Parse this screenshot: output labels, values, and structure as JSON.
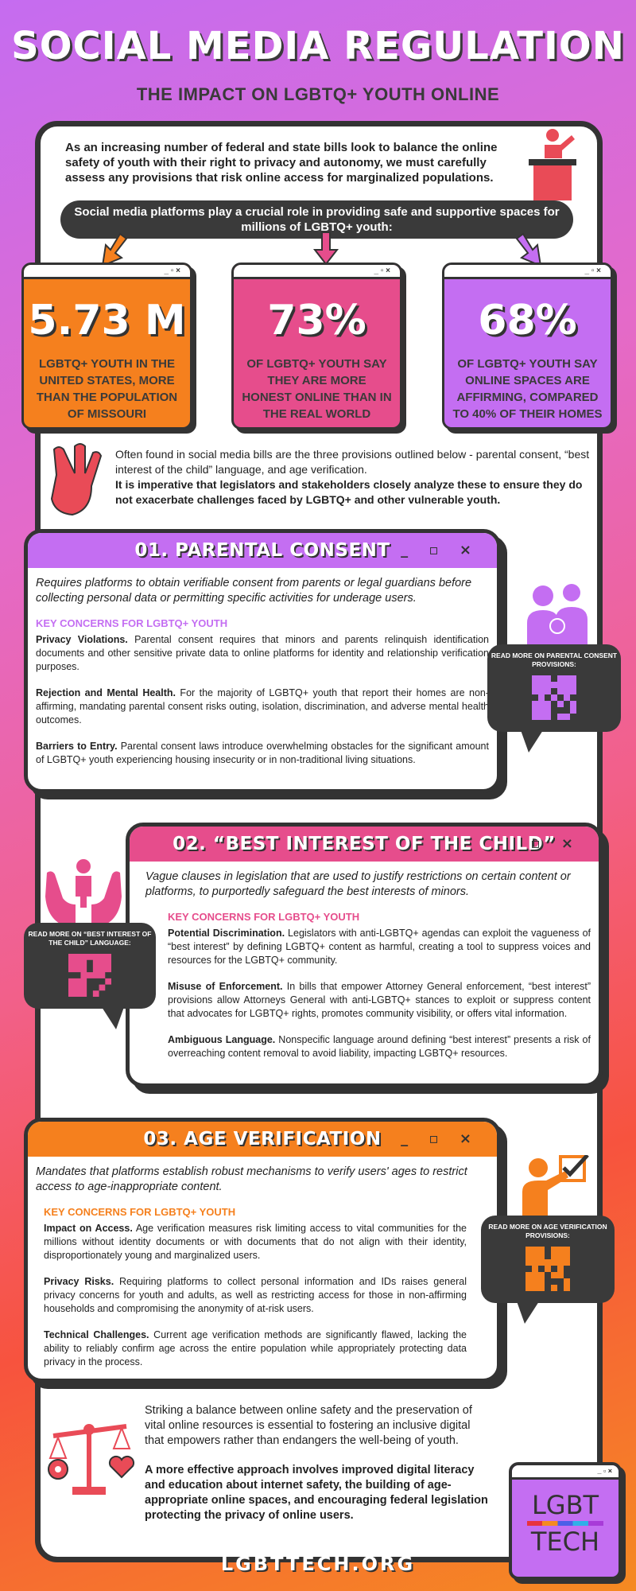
{
  "header": {
    "title": "SOCIAL MEDIA REGULATION",
    "subtitle": "THE IMPACT ON LGBTQ+ YOUTH ONLINE"
  },
  "intro": "As an increasing number of federal and state bills look to balance the online safety of youth with their right to privacy and autonomy, we must carefully assess any provisions that risk online access for marginalized populations.",
  "banner": "Social media platforms play a crucial role in providing safe and supportive spaces for millions of LGBTQ+ youth:",
  "window_controls": "_ ▫ ×",
  "stats": [
    {
      "value": "5.73 M",
      "text": "LGBTQ+ youth in the United States, more than the population of Missouri",
      "color": "#f5801e"
    },
    {
      "value": "73%",
      "text": "of LGBTQ+ youth say they are more honest online than in the real world",
      "color": "#e64d8c"
    },
    {
      "value": "68%",
      "text": "of LGBTQ+ youth say online spaces are affirming, compared to 40% of their homes",
      "color": "#c46ef2"
    }
  ],
  "provisions_intro": {
    "text": "Often found in social media bills are the three provisions outlined below - parental consent, “best interest of the child” language, and age verification.",
    "bold": "It is imperative that legislators and stakeholders closely analyze these to ensure they do not exacerbate challenges faced by LGBTQ+ and other vulnerable youth."
  },
  "sections": [
    {
      "title": "01. PARENTAL CONSENT",
      "color": "#c46ef2",
      "description": "Requires platforms to obtain verifiable consent from parents or legal guardians before collecting personal data or permitting specific activities for underage users.",
      "key_concerns_label": "KEY CONCERNS FOR LGBTQ+ YOUTH",
      "concerns": [
        {
          "title": "Privacy Violations.",
          "text": " Parental consent requires that minors and parents relinquish identification documents and other sensitive private data to online platforms for identity and relationship verification purposes."
        },
        {
          "title": "Rejection and Mental Health.",
          "text": " For the majority of LGBTQ+ youth that report their homes are non-affirming, mandating parental consent risks outing, isolation, discrimination, and adverse mental health outcomes."
        },
        {
          "title": "Barriers to Entry.",
          "text": " Parental consent laws introduce overwhelming obstacles for the significant amount of LGBTQ+ youth experiencing housing insecurity or in non-traditional living situations."
        }
      ],
      "read_more": "READ MORE ON PARENTAL CONSENT PROVISIONS:"
    },
    {
      "title": "02. “BEST INTEREST OF THE CHILD”",
      "color": "#e64d8c",
      "description": "Vague clauses in legislation that are used to justify restrictions on certain content or platforms, to purportedly safeguard the best interests of minors.",
      "key_concerns_label": "KEY CONCERNS FOR LGBTQ+ YOUTH",
      "concerns": [
        {
          "title": "Potential Discrimination.",
          "text": " Legislators with anti-LGBTQ+ agendas can exploit the vagueness of “best interest” by defining LGBTQ+ content as harmful, creating a tool to suppress voices and resources for the LGBTQ+ community."
        },
        {
          "title": "Misuse of Enforcement.",
          "text": "  In bills that empower Attorney General enforcement, “best interest” provisions allow Attorneys General with anti-LGBTQ+ stances to exploit or suppress content that advocates for LGBTQ+ rights, promotes community visibility, or offers vital information."
        },
        {
          "title": "Ambiguous Language.",
          "text": " Nonspecific language around defining “best interest” presents a risk of overreaching content removal to avoid liability, impacting LGBTQ+ resources."
        }
      ],
      "read_more": "READ MORE ON “BEST INTEREST OF THE CHILD” LANGUAGE:"
    },
    {
      "title": "03. AGE VERIFICATION",
      "color": "#f5801e",
      "description": "Mandates that platforms establish robust mechanisms to verify users' ages to restrict access to age-inappropriate content.",
      "key_concerns_label": "KEY CONCERNS FOR LGBTQ+ YOUTH",
      "concerns": [
        {
          "title": "Impact on Access.",
          "text": " Age verification measures risk limiting access to vital communities for the millions without identity documents or with documents that do not align with their identity, disproportionately young and marginalized users."
        },
        {
          "title": "Privacy Risks.",
          "text": " Requiring platforms to collect personal information and IDs raises general privacy concerns for youth and adults, as well as restricting access for those in non-affirming households and compromising the anonymity of at-risk users."
        },
        {
          "title": "Technical Challenges.",
          "text": " Current age verification methods are significantly flawed, lacking the ability to reliably confirm age across the entire population while appropriately protecting data privacy in the process."
        }
      ],
      "read_more": "READ MORE ON AGE VERIFICATION PROVISIONS:"
    }
  ],
  "closing": [
    "Striking a balance between online safety and the preservation of vital online resources is essential to fostering an inclusive digital that empowers rather than endangers the well-being of youth.",
    "A more effective approach involves improved digital literacy and education about internet safety, the building of age-appropriate online spaces, and encouraging federal legislation protecting the privacy of online users."
  ],
  "logo": {
    "line1": "LGBT",
    "line2": "TECH"
  },
  "footer": "LGBTTECH.ORG"
}
